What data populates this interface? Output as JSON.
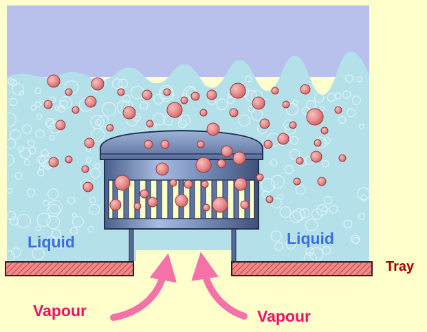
{
  "labels": {
    "liquid_left": "Liquid",
    "liquid_right": "Liquid",
    "tray": "Tray",
    "vapour_left": "Vapour",
    "vapour_right": "Vapour"
  },
  "colors": {
    "background": "#ffffcc",
    "vapour_zone": "#b8c0ec",
    "liquid": "#b4e0ea",
    "bubble": "#e88a8a",
    "bubble_cap": "#6f86b4",
    "tray": "#e07070",
    "arrow": "#f472a8",
    "liquid_text": "#3a6ee8",
    "tray_text": "#a00000",
    "vapour_text": "#ee1166"
  },
  "components": [
    "vapour-space",
    "liquid-layer",
    "bubble-cap",
    "riser",
    "tray-plate",
    "vapour-flow-arrows"
  ]
}
